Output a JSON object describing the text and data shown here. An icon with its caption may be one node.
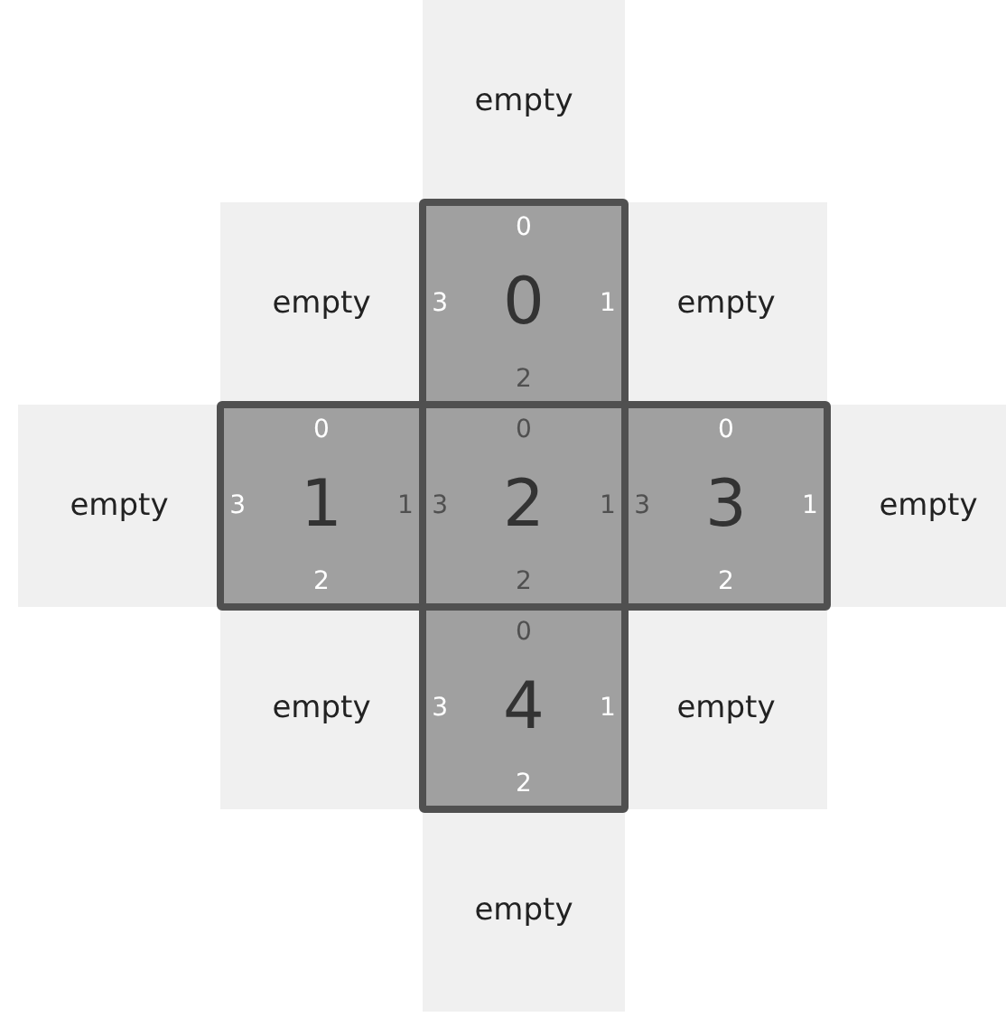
{
  "diagram": {
    "nodes": [
      {
        "text": [
          "empty"
        ]
      },
      {
        "text": [
          "empty"
        ]
      },
      {
        "text": [
          "0",
          "3",
          "0",
          "1",
          "2"
        ]
      },
      {
        "text": [
          "empty"
        ]
      },
      {
        "text": [
          "empty"
        ]
      },
      {
        "text": [
          "0",
          "3",
          "1",
          "1",
          "2"
        ]
      },
      {
        "text": [
          "0",
          "3",
          "2",
          "1",
          "2"
        ]
      },
      {
        "text": [
          "0",
          "3",
          "3",
          "1",
          "2"
        ]
      },
      {
        "text": [
          "empty"
        ]
      },
      {
        "text": [
          "empty"
        ]
      },
      {
        "text": [
          "0",
          "3",
          "4",
          "1",
          "2"
        ]
      },
      {
        "text": [
          "empty"
        ]
      },
      {
        "text": [
          "empty"
        ]
      }
    ]
  }
}
